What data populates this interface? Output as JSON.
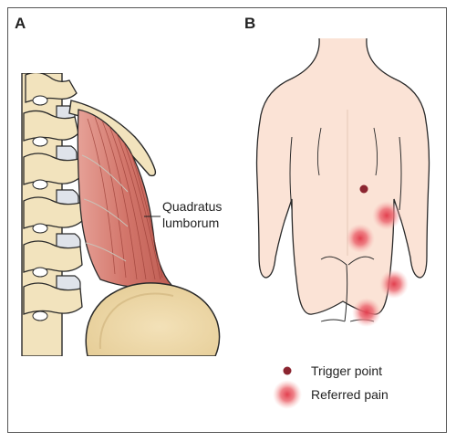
{
  "panels": {
    "a_label": "A",
    "b_label": "B"
  },
  "annotation": {
    "muscle_line1": "Quadratus",
    "muscle_line2": "lumborum"
  },
  "legend": {
    "trigger_label": "Trigger point",
    "referred_label": "Referred pain"
  },
  "colors": {
    "bone": "#f2e3bd",
    "disc": "#dfe3ea",
    "muscle": "#d87d72",
    "skin": "#fbe3d6",
    "trigger": "#8b2530",
    "referred": "#e2404f"
  }
}
